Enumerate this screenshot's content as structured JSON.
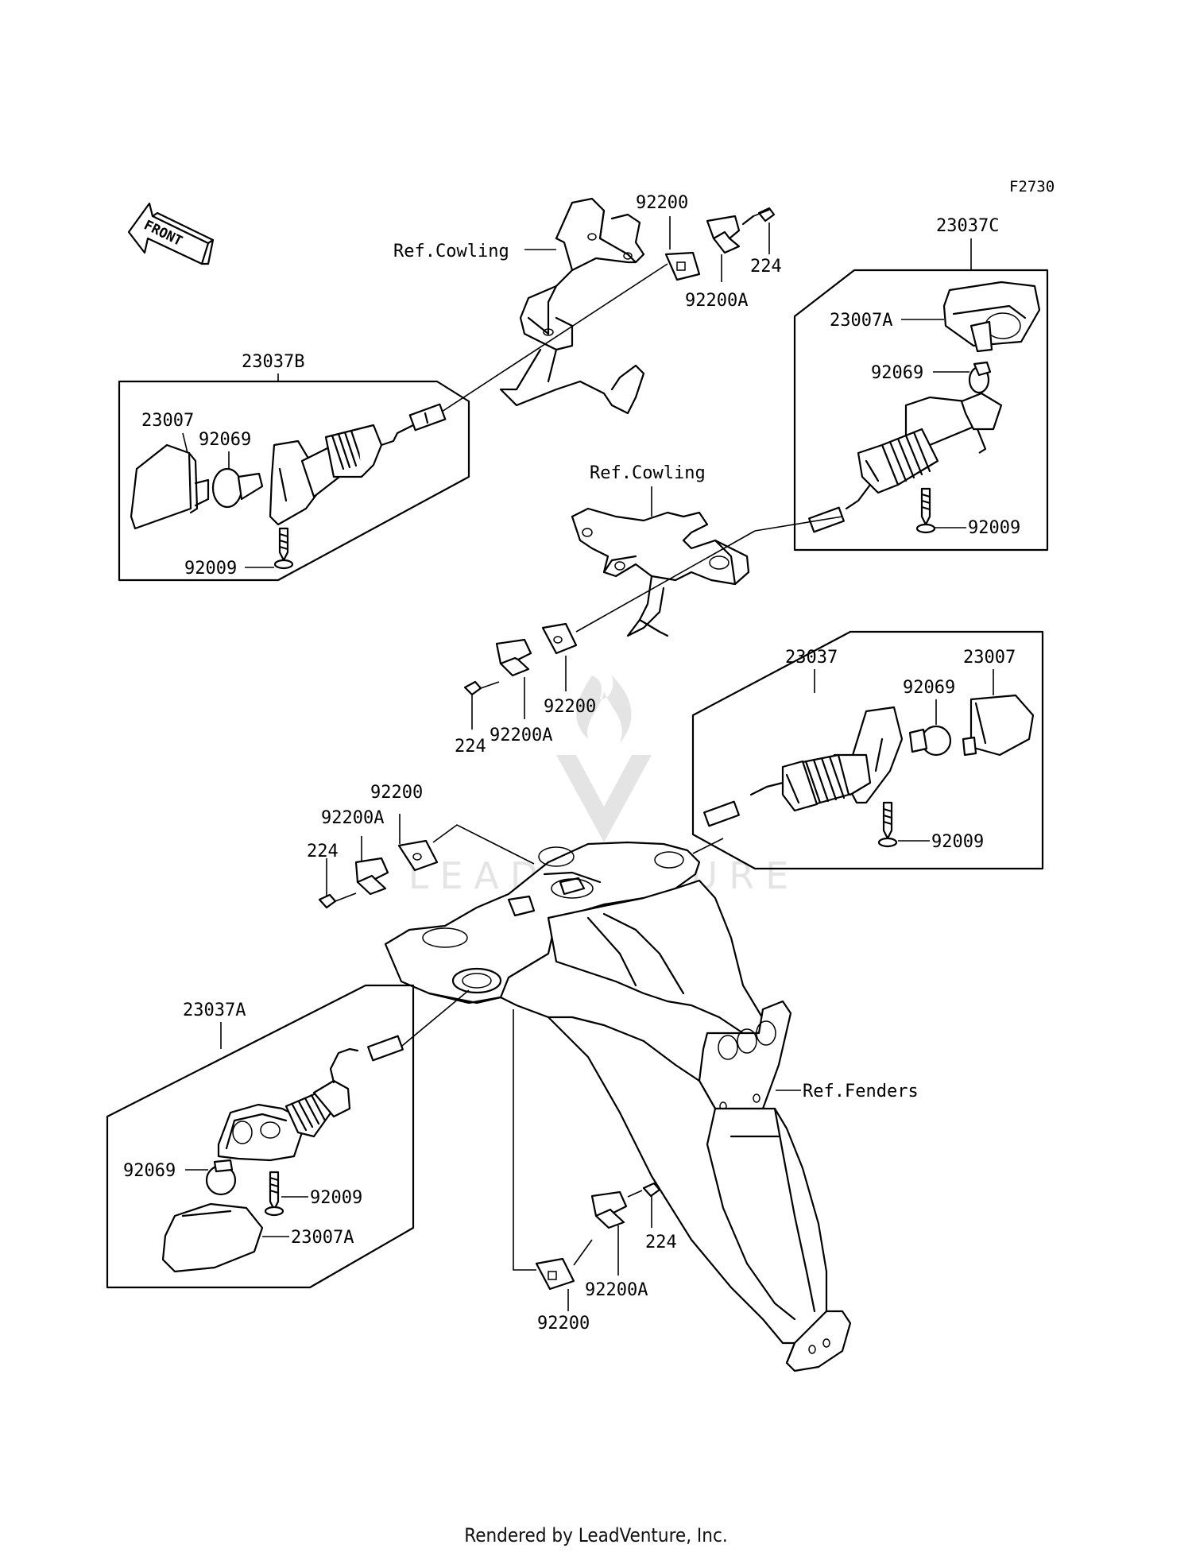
{
  "diagram_code": "F2730",
  "front_arrow_label": "FRONT",
  "refs": {
    "cowling_upper": "Ref.Cowling",
    "cowling_mid": "Ref.Cowling",
    "fenders": "Ref.Fenders"
  },
  "assemblies": {
    "front_left": {
      "id": "23037B",
      "lens": "23007",
      "bulb": "92069",
      "screw": "92009"
    },
    "front_right": {
      "id": "23037C",
      "lens": "23007A",
      "bulb": "92069",
      "screw": "92009"
    },
    "rear_right": {
      "id": "23037",
      "lens": "23007",
      "bulb": "92069",
      "screw": "92009"
    },
    "rear_left": {
      "id": "23037A",
      "lens": "23007A",
      "bulb": "92069",
      "screw": "92009"
    }
  },
  "mount_groups": {
    "top": {
      "plate": "92200",
      "clamp": "92200A",
      "bolt": "224"
    },
    "mid": {
      "plate": "92200",
      "clamp": "92200A",
      "bolt": "224"
    },
    "left": {
      "plate": "92200",
      "clamp": "92200A",
      "bolt": "224"
    },
    "bottom": {
      "plate": "92200",
      "clamp": "92200A",
      "bolt": "224"
    }
  },
  "watermark": "LEADVENTURE",
  "footer": "Rendered by LeadVenture, Inc."
}
